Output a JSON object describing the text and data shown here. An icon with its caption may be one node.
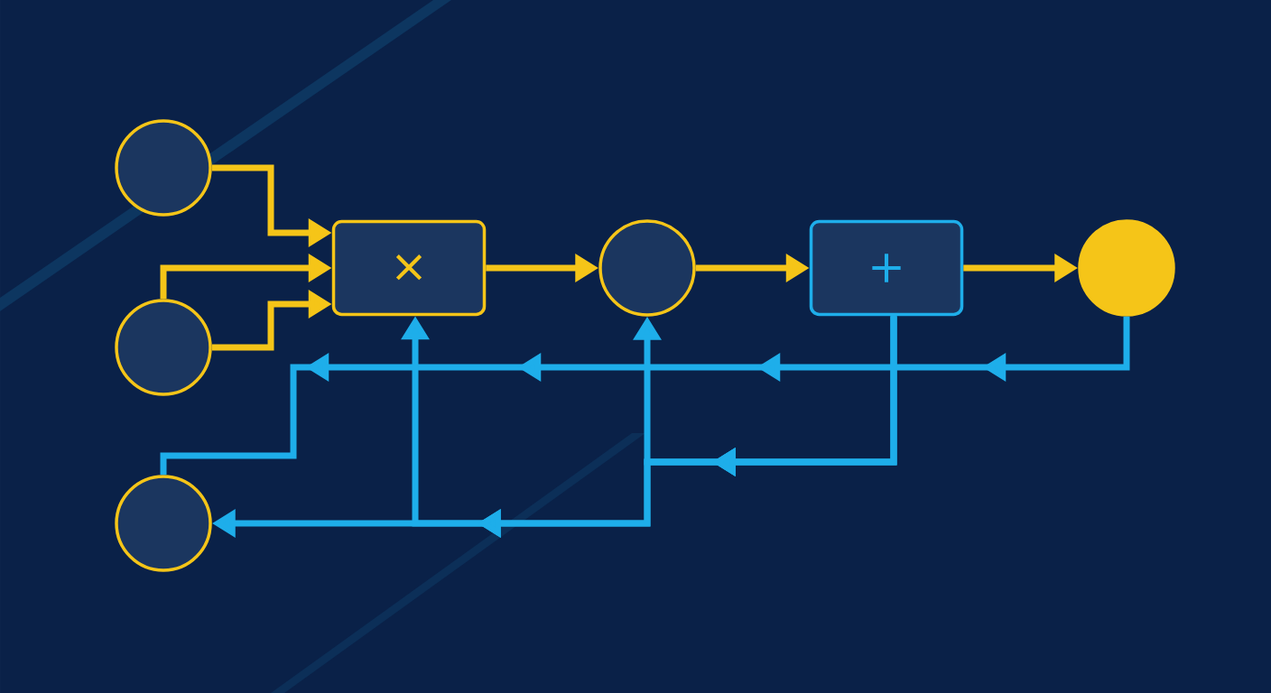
{
  "diagram": {
    "nodes": [
      {
        "text": [],
        "shape": "circle"
      },
      {
        "text": [],
        "shape": "circle"
      },
      {
        "text": [
          "×"
        ]
      },
      {
        "text": [],
        "shape": "circle"
      },
      {
        "text": [
          "+"
        ]
      },
      {
        "text": [],
        "shape": "circle"
      },
      {
        "text": [],
        "shape": "circle"
      }
    ],
    "edges": [
      {
        "from": 0,
        "to": 2,
        "arrow": "to"
      },
      {
        "from": 1,
        "to": 2,
        "arrow": "to"
      },
      {
        "from": 1,
        "to": 2,
        "arrow": "to"
      },
      {
        "from": 2,
        "to": 3,
        "arrow": "to"
      },
      {
        "from": 3,
        "to": 4,
        "arrow": "to"
      },
      {
        "from": 4,
        "to": 5,
        "arrow": "to"
      },
      {
        "from": 5,
        "to": 6,
        "arrow": "to",
        "color": "#1eaeea"
      },
      {
        "from": 4,
        "to": 3,
        "arrow": "to",
        "color": "#1eaeea"
      },
      {
        "from": 4,
        "to": 6,
        "arrow": "to",
        "color": "#1eaeea"
      },
      {
        "from": 4,
        "to": 2,
        "arrow": "to",
        "color": "#1eaeea"
      }
    ]
  }
}
